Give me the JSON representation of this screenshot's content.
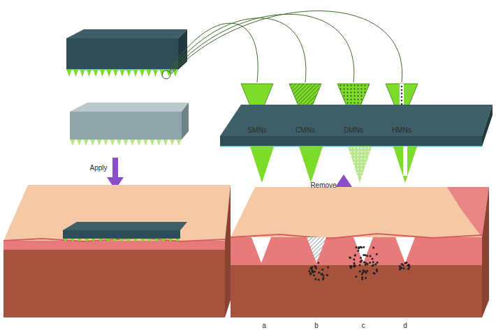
{
  "diagram": {
    "labels": [
      "SMNs",
      "CMNs",
      "DMNs",
      "HMNs",
      "Apply",
      "Remove",
      "a",
      "b",
      "c",
      "d"
    ]
  }
}
